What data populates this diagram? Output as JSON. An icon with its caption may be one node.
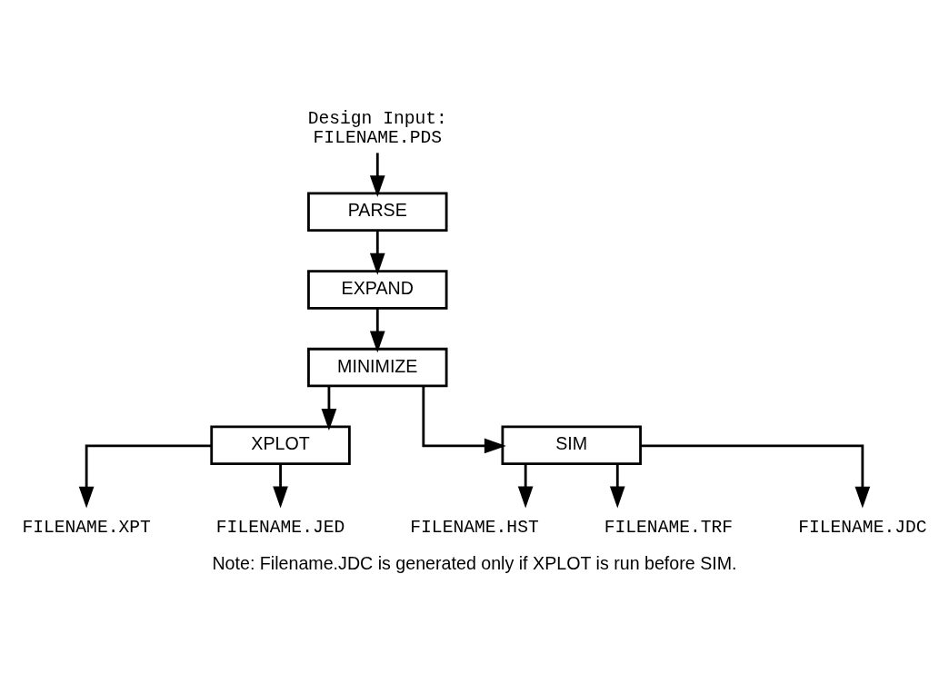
{
  "diagram": {
    "caption": "Note: Filename.JDC is generated only if XPLOT is run before SIM.",
    "nodes": [
      {
        "text": [
          "Design Input:",
          "FILENAME.PDS"
        ]
      },
      {
        "text": [
          "PARSE"
        ]
      },
      {
        "text": [
          "EXPAND"
        ]
      },
      {
        "text": [
          "MINIMIZE"
        ]
      },
      {
        "text": [
          "XPLOT"
        ]
      },
      {
        "text": [
          "SIM"
        ]
      },
      {
        "text": [
          "FILENAME.XPT"
        ]
      },
      {
        "text": [
          "FILENAME.JED"
        ]
      },
      {
        "text": [
          "FILENAME.HST"
        ]
      },
      {
        "text": [
          "FILENAME.TRF"
        ]
      },
      {
        "text": [
          "FILENAME.JDC"
        ]
      }
    ],
    "edges": [
      {
        "from": 0,
        "to": 1,
        "arrow": "to"
      },
      {
        "from": 1,
        "to": 2,
        "arrow": "to"
      },
      {
        "from": 2,
        "to": 3,
        "arrow": "to"
      },
      {
        "from": 3,
        "to": 4,
        "arrow": "to"
      },
      {
        "from": 3,
        "to": 5,
        "arrow": "to"
      },
      {
        "from": 4,
        "to": 6,
        "arrow": "to"
      },
      {
        "from": 4,
        "to": 7,
        "arrow": "to"
      },
      {
        "from": 5,
        "to": 8,
        "arrow": "to"
      },
      {
        "from": 5,
        "to": 9,
        "arrow": "to"
      },
      {
        "from": 5,
        "to": 10,
        "arrow": "to"
      }
    ]
  }
}
